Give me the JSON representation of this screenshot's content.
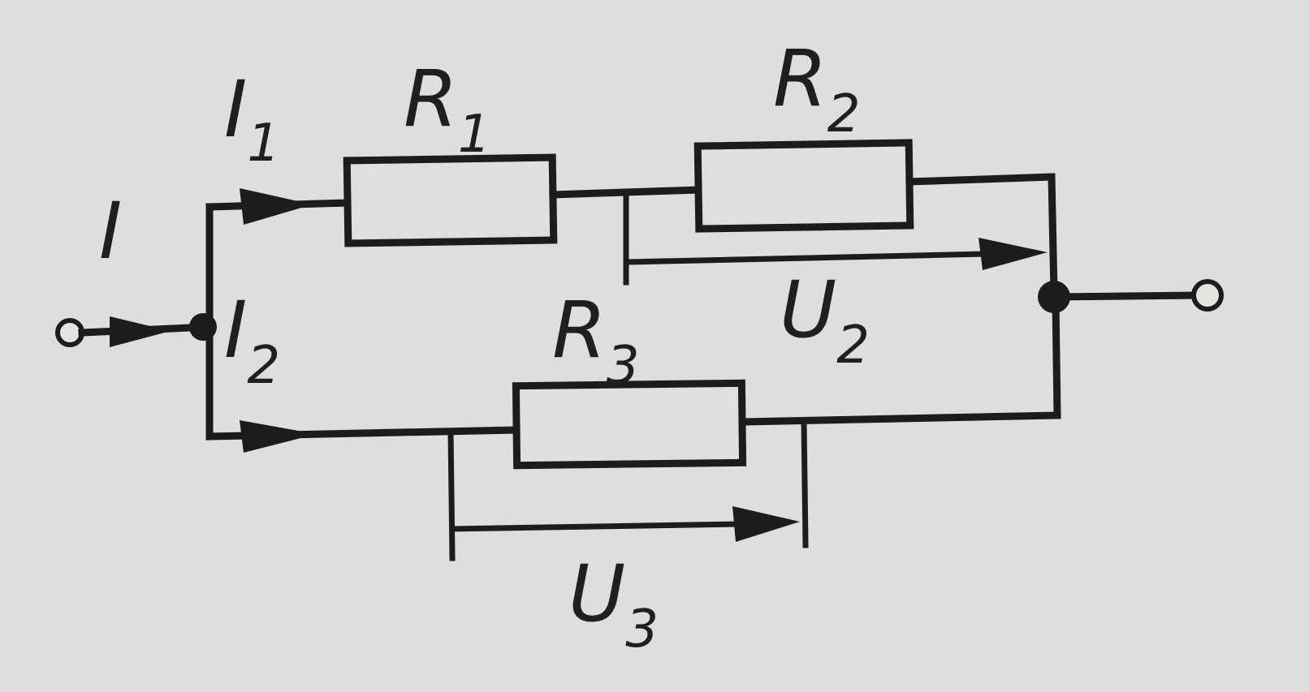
{
  "labels": {
    "I": {
      "main": "I",
      "sub": ""
    },
    "I1": {
      "main": "I",
      "sub": "1"
    },
    "I2": {
      "main": "I",
      "sub": "2"
    },
    "R1": {
      "main": "R",
      "sub": "1"
    },
    "R2": {
      "main": "R",
      "sub": "2"
    },
    "R3": {
      "main": "R",
      "sub": "3"
    },
    "U2": {
      "main": "U",
      "sub": "2"
    },
    "U3": {
      "main": "U",
      "sub": "3"
    }
  }
}
